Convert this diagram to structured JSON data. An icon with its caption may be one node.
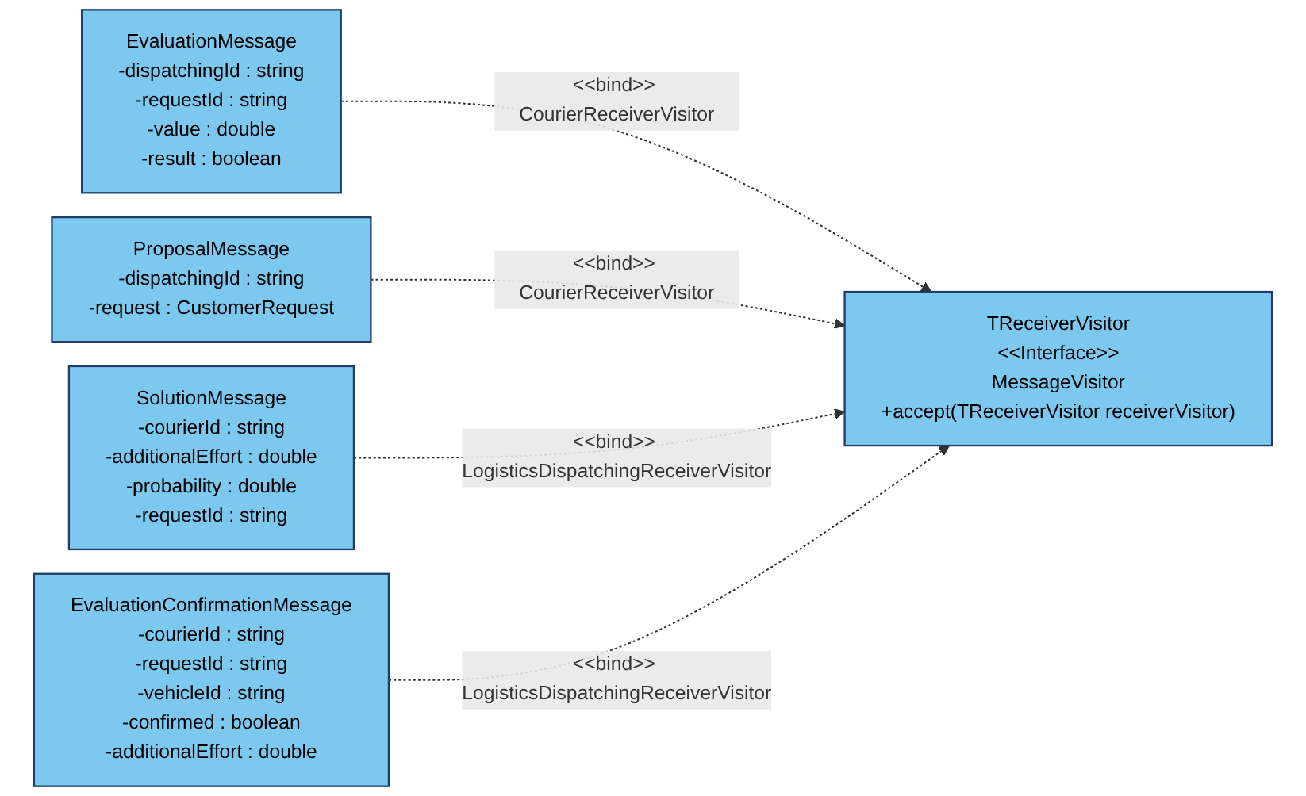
{
  "diagram": {
    "nodes": [
      {
        "text": [
          "EvaluationMessage",
          "-dispatchingId : string",
          "-requestId : string",
          "-value : double",
          "-result : boolean"
        ]
      },
      {
        "text": [
          "ProposalMessage",
          "-dispatchingId : string",
          "-request : CustomerRequest"
        ]
      },
      {
        "text": [
          "SolutionMessage",
          "-courierId : string",
          "-additionalEffort : double",
          "-probability : double",
          "-requestId : string"
        ]
      },
      {
        "text": [
          "EvaluationConfirmationMessage",
          "-courierId : string",
          "-requestId : string",
          "-vehicleId : string",
          "-confirmed : boolean",
          "-additionalEffort : double"
        ]
      },
      {
        "text": [
          "TReceiverVisitor",
          "<<Interface>>",
          "MessageVisitor",
          "+accept(TReceiverVisitor receiverVisitor)"
        ]
      }
    ],
    "edges": [
      {
        "from": 0,
        "to": 4,
        "arrow": "to",
        "style": "dashed",
        "label": "<<bind>> CourierReceiverVisitor"
      },
      {
        "from": 1,
        "to": 4,
        "arrow": "to",
        "style": "dashed",
        "label": "<<bind>> CourierReceiverVisitor"
      },
      {
        "from": 2,
        "to": 4,
        "arrow": "to",
        "style": "dashed",
        "label": "<<bind>> LogisticsDispatchingReceiverVisitor"
      },
      {
        "from": 3,
        "to": 4,
        "arrow": "to",
        "style": "dashed",
        "label": "<<bind>> LogisticsDispatchingReceiverVisitor"
      }
    ]
  }
}
